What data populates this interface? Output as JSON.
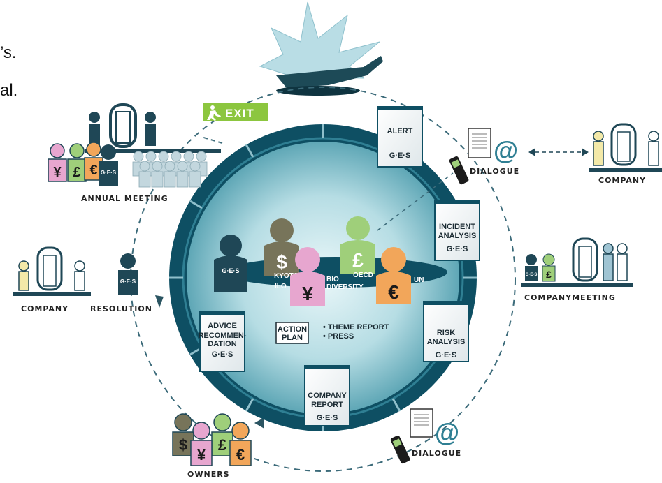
{
  "text_fragments": [
    "’s.",
    "al."
  ],
  "exit_label": "EXIT",
  "labels": {
    "annual_meeting": "ANNUAL MEETING",
    "company_left": "COMPANY",
    "resolution": "RESOLUTION",
    "company_right": "COMPANY",
    "company_meeting": "COMPANYMEETING",
    "owners": "OWNERS",
    "dialogue_top": "DIALOGUE",
    "dialogue_bottom": "DIALOGUE",
    "action_plan_line1": "ACTION",
    "action_plan_line2": "PLAN",
    "bullet_theme": "• THEME REPORT",
    "bullet_press": "• PRESS"
  },
  "documents": {
    "alert": [
      "ALERT"
    ],
    "incident": [
      "INCIDENT",
      "ANALYSIS"
    ],
    "risk": [
      "RISK",
      "ANALYSIS"
    ],
    "company_report": [
      "COMPANY",
      "REPORT"
    ],
    "advice": [
      "ADVICE",
      "RECOMMEN-",
      "DATION"
    ],
    "brand": "G·E·S"
  },
  "center": {
    "kyoto": "KYOTO",
    "ilo": "ILO",
    "bio": "BIO",
    "diversity": "DIVERSITY",
    "oecd": "OECD",
    "un": "UN"
  },
  "figure_marks": {
    "ges": "G·E·S",
    "yen": "¥",
    "pound": "£",
    "dollar": "$",
    "euro": "€"
  },
  "colors": {
    "ring_dark": "#0e4f63",
    "ring_mid": "#2f7f93",
    "disc_center": "#e9f6f8",
    "disc_edge": "#5fa7b6",
    "exit_green": "#8cc63f",
    "figure_dark": "#1f4756",
    "figure_pink": "#e7a6cf",
    "figure_green": "#9fcf7a",
    "figure_olive": "#77745a",
    "figure_orange": "#f2a65a",
    "figure_yellow": "#f3e9a8",
    "figure_lightblue": "#9fc4d3",
    "dashed_line": "#3c6b7a"
  }
}
